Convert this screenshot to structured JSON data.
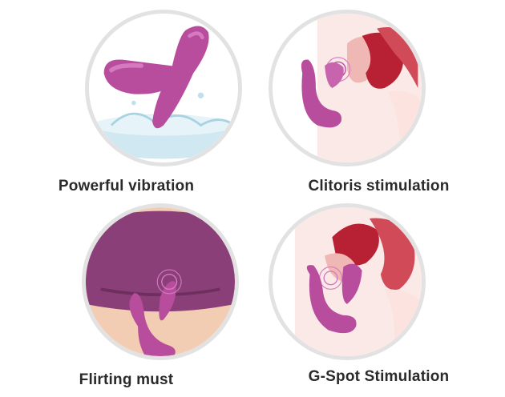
{
  "colors": {
    "product": "#b84d9e",
    "product_highlight": "#d57abf",
    "ring": "#e2e2e2",
    "skin": "#fbe9e7",
    "tissue_dark": "#b82033",
    "tissue_light": "#f0b8b4",
    "clothing": "#8a3f78",
    "water": "#cfe8f1",
    "caption": "#2a2a2a"
  },
  "features": [
    {
      "caption": "Powerful vibration",
      "icon": "water-splash-product-image"
    },
    {
      "caption": "Clitoris stimulation",
      "icon": "anatomy-external-image"
    },
    {
      "caption": "Flirting must",
      "icon": "worn-product-image"
    },
    {
      "caption": "G-Spot Stimulation",
      "icon": "anatomy-internal-image"
    }
  ]
}
